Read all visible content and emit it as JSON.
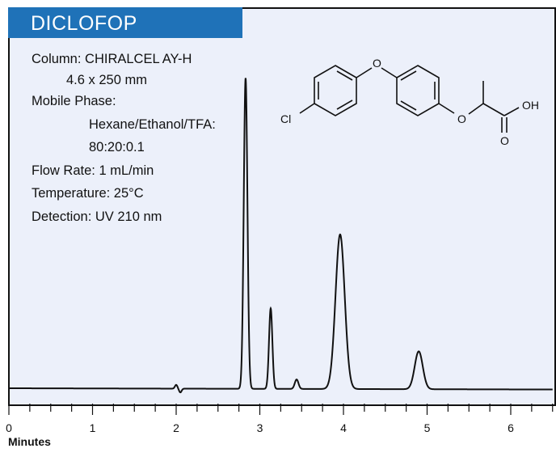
{
  "chart_data": {
    "type": "line",
    "title": "DICLOFOP",
    "xlabel": "Minutes",
    "ylabel": "",
    "xlim": [
      0,
      6.5
    ],
    "x_ticks": [
      0,
      1,
      2,
      3,
      4,
      5,
      6
    ],
    "x_minor_step": 0.25,
    "grid": false,
    "y_axis_shown": false,
    "peaks": [
      {
        "time": 2.83,
        "height": 0.985
      },
      {
        "time": 3.13,
        "height": 0.255
      },
      {
        "time": 3.44,
        "height": 0.03
      },
      {
        "time": 3.96,
        "height": 0.49
      },
      {
        "time": 4.9,
        "height": 0.12
      }
    ],
    "artifacts": [
      {
        "time": 2.0,
        "height": 0.012
      },
      {
        "time": 2.05,
        "height": -0.012
      }
    ],
    "baseline_drift": -0.004
  },
  "conditions": {
    "column_label": "Column: CHIRALCEL AY-H",
    "column_dims": "4.6 x 250 mm",
    "mobile_phase_label": "Mobile Phase:",
    "mobile_phase_value": "Hexane/Ethanol/TFA:",
    "mobile_phase_ratio": "80:20:0.1",
    "flow_rate": "Flow Rate: 1 mL/min",
    "temperature": "Temperature: 25°C",
    "detection": "Detection: UV 210 nm"
  },
  "structure": {
    "atom_cl": "Cl",
    "atom_o_bridge": "O",
    "atom_o_ether": "O",
    "atom_oh": "OH",
    "atom_o_carbonyl": "O"
  },
  "colors": {
    "banner": "#1f72b8",
    "plot_bg": "#ecf0fa",
    "trace": "#111111"
  }
}
